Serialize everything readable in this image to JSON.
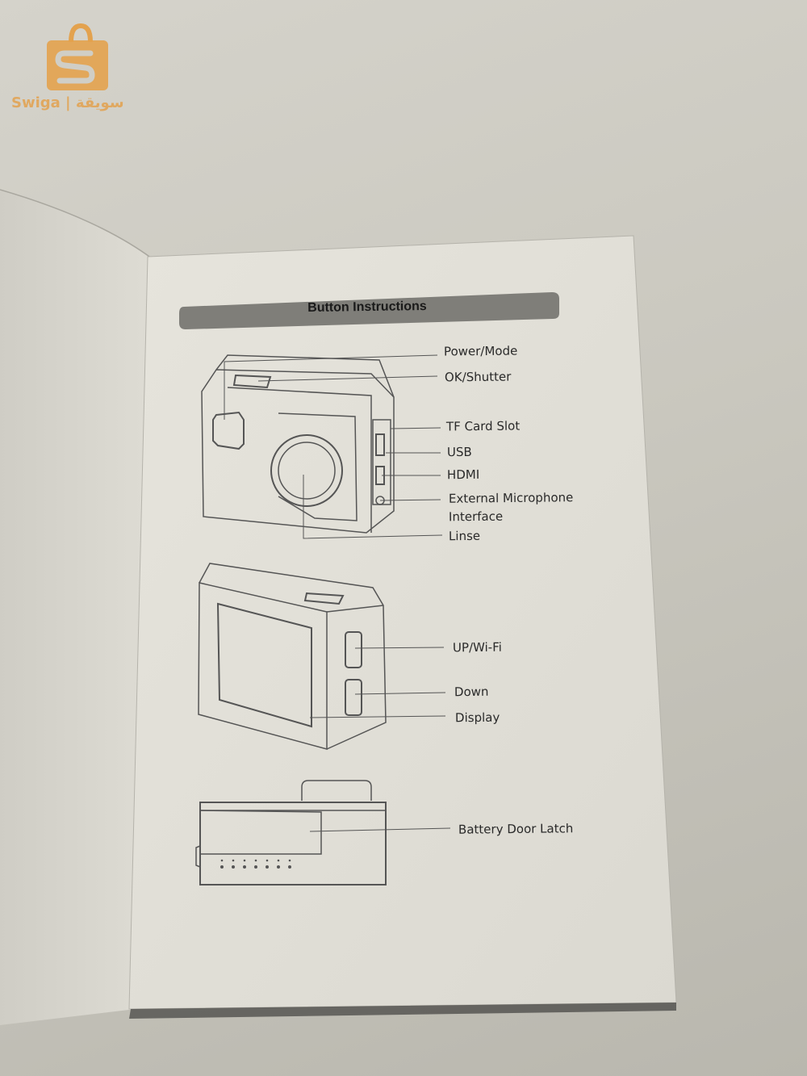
{
  "watermark": {
    "brand_text": "Swiga | سويقة",
    "logo_icon": "shopping-bag-s-icon",
    "color": "#e3a24e"
  },
  "manual": {
    "section_title": "Button Instructions",
    "front_view_labels": {
      "power_mode": "Power/Mode",
      "ok_shutter": "OK/Shutter",
      "tf_card_slot": "TF Card Slot",
      "usb": "USB",
      "hdmi": "HDMI",
      "external_microphone_line1": "External Microphone",
      "external_microphone_line2": "Interface",
      "lens": "Linse"
    },
    "back_view_labels": {
      "up_wifi": "UP/Wi-Fi",
      "down": "Down",
      "display": "Display"
    },
    "bottom_view_labels": {
      "battery_door_latch": "Battery Door Latch"
    }
  }
}
